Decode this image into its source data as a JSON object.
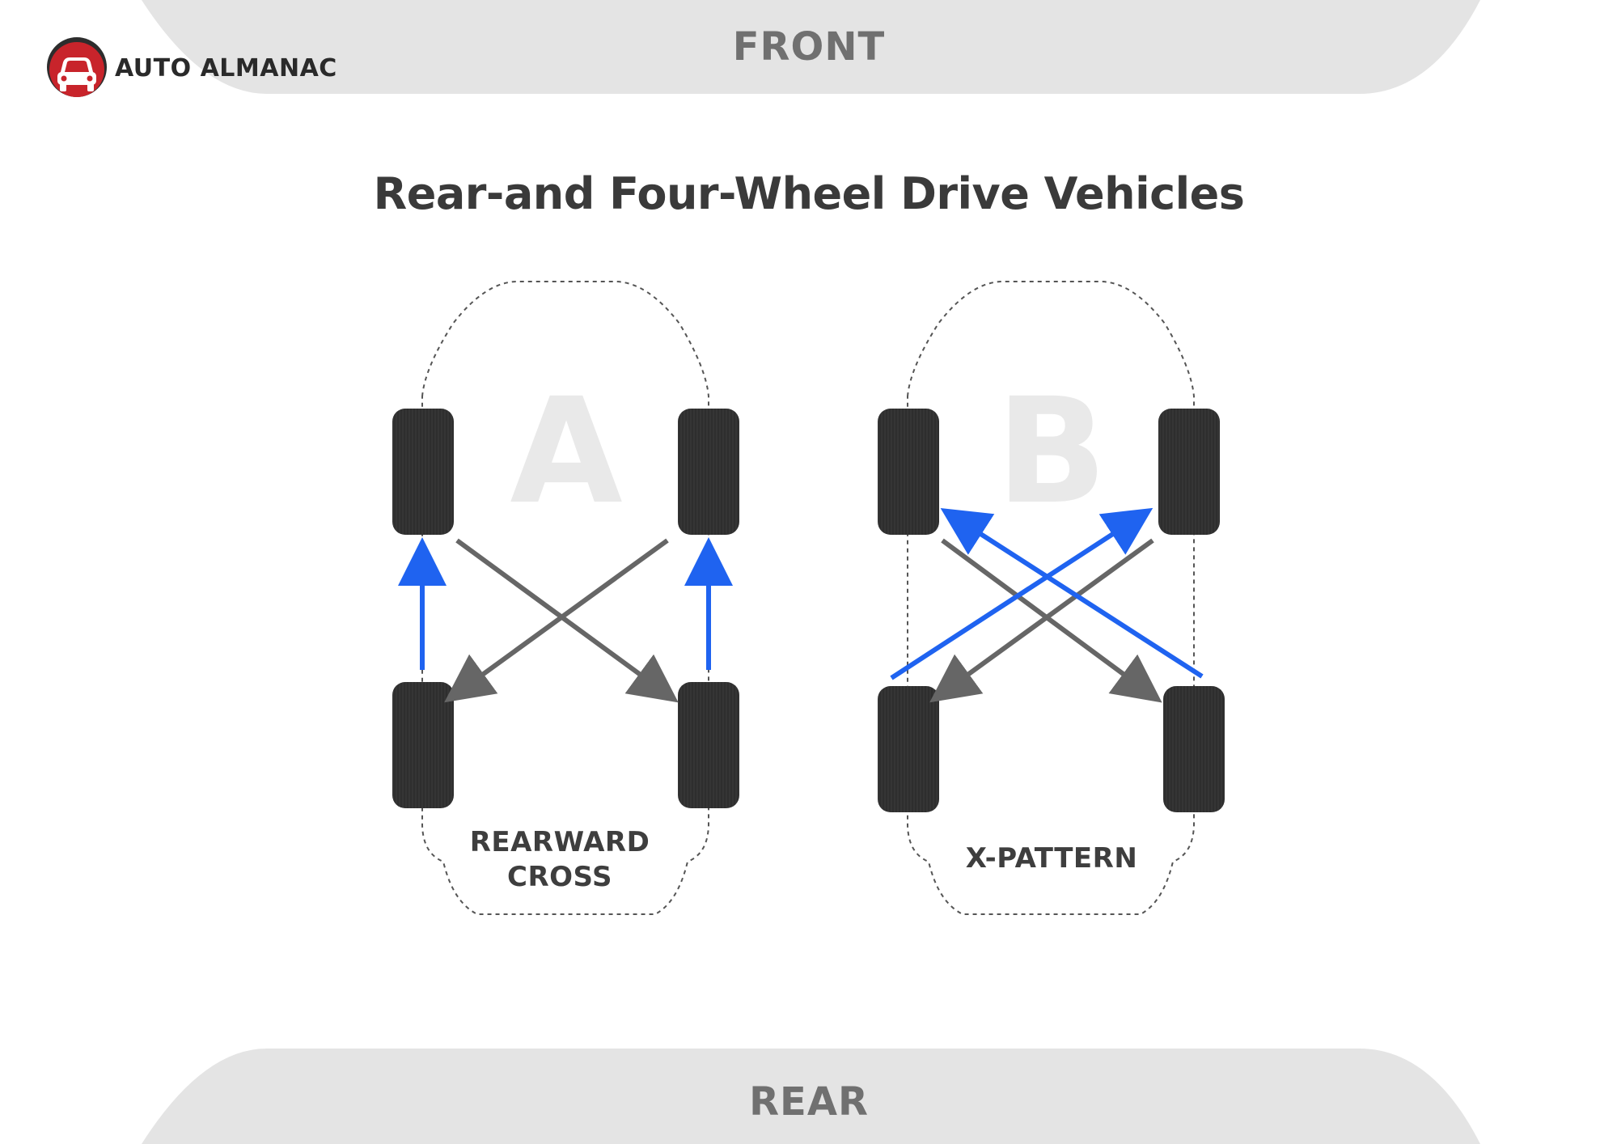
{
  "brand": {
    "name": "AUTO ALMANAC",
    "accent_color": "#c8242b",
    "badge_icon": "car-front-icon"
  },
  "bands": {
    "front_label": "FRONT",
    "rear_label": "REAR",
    "band_color": "#e4e4e4"
  },
  "title": "Rear-and Four-Wheel Drive Vehicles",
  "diagrams": [
    {
      "letter": "A",
      "name": "REARWARD CROSS",
      "arrows": [
        {
          "from": "rear-left",
          "to": "front-left",
          "color": "blue"
        },
        {
          "from": "rear-right",
          "to": "front-right",
          "color": "blue"
        },
        {
          "from": "front-left",
          "to": "rear-right",
          "color": "gray"
        },
        {
          "from": "front-right",
          "to": "rear-left",
          "color": "gray"
        }
      ]
    },
    {
      "letter": "B",
      "name": "X-PATTERN",
      "arrows": [
        {
          "from": "rear-left",
          "to": "front-right",
          "color": "blue"
        },
        {
          "from": "rear-right",
          "to": "front-left",
          "color": "blue"
        },
        {
          "from": "front-left",
          "to": "rear-right",
          "color": "gray"
        },
        {
          "from": "front-right",
          "to": "rear-left",
          "color": "gray"
        }
      ]
    }
  ],
  "colors": {
    "blue_arrow": "#1f63f0",
    "gray_arrow": "#666666",
    "tire": "#2e2e2e",
    "outline": "#555555"
  }
}
